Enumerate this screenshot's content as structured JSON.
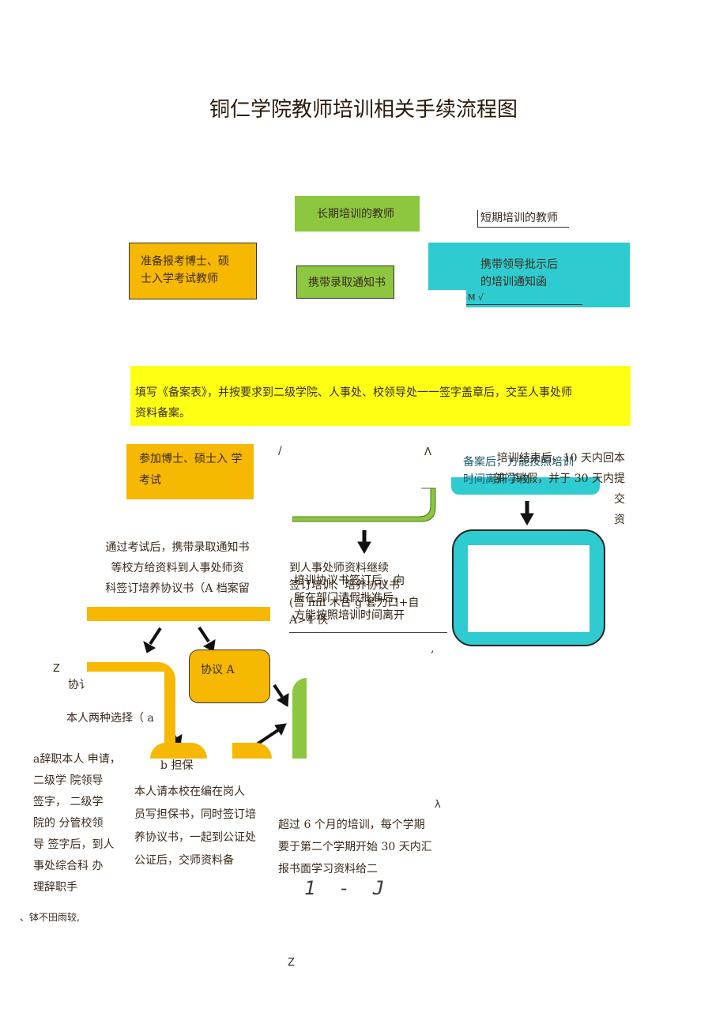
{
  "title": "铜仁学院教师培训相关手续流程图",
  "boxes": {
    "long_term": "长期培训的教师",
    "short_term": "短期培训的教师",
    "prepare_exam": "准备报考博士、硕\n士入学考试教师",
    "carry_admission": "携带录取通知书",
    "carry_notice": "携带领导批示后\n的培训通知函",
    "carry_notice_marks": "M                    √",
    "fill_record": "填写《备案表》，并按要求到二级学院、人事处、校领导处一一签字盖章后，交至人事处师\n资料备案。",
    "attend_exam": "参加博士、硕士入  学\n考试",
    "after_record": "备案后，方能按照培训\n时间离开学校",
    "after_training": "培训结束后，10 天内回本\n部门销假，并于 30 天内提交\n资",
    "pass_exam": "通过考试后，携带录取通知书\n等校方给资料到人事处师资\n科签订培养协议书（A 档案留",
    "sign_agreement": "到人事处师资料继续\n签订培训、培养协议书\n(吾 lnil 木台 g 套力口+自\nA>4 佚",
    "sign_agreement_overlay": "培训协议书签订后，向\n所在部门请假批准后，\n方能按照培训时间离开",
    "agreement_a": "协议 A",
    "agreement_short": "协讠",
    "two_choices": "本人两种选择（ a",
    "choice_a": "a辞职本人 申请，\n二级学  院领导\n签字，  二级学\n院的  分管校领\n导  签字后，到人\n事处综合科  办\n理辞职手",
    "choice_b_label": "b 担保",
    "choice_b": "本人请本校在编在岗人\n员写担保书，同时签订培\n养协议书，一起到公证处\n公证后，交师资料备",
    "over_six": "超过 6 个月的培训，每个学期\n要于第二个学期开始 30 天内汇\n报书面学习资料给二",
    "footnote_left": "、钵不田雨较,",
    "math_formula": "1  -  J"
  },
  "marks": {
    "slash": "/",
    "caret": "Λ",
    "z_left": "Z",
    "lambda": "λ",
    "comma": ",",
    "z_bottom": "Z"
  },
  "colors": {
    "green": "#8dc63f",
    "orange": "#f6b800",
    "cyan": "#2ecbd0",
    "yellow": "#ffff14"
  }
}
